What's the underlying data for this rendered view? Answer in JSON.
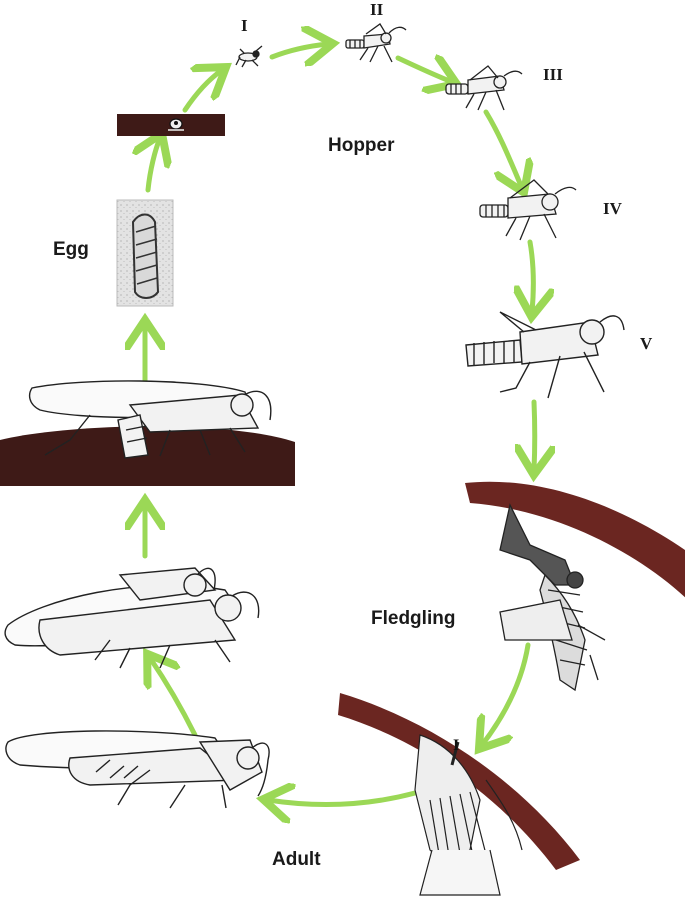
{
  "diagram": {
    "labels": {
      "instar_1": "I",
      "instar_2": "II",
      "instar_3": "III",
      "instar_4": "IV",
      "instar_5": "V",
      "hopper": "Hopper",
      "egg": "Egg",
      "fledgling": "Fledgling",
      "adult": "Adult",
      "moult_mark": "I"
    },
    "colors": {
      "arrow": "#9bd856",
      "soil": "#3e1a17",
      "branch": "#6b2621",
      "outline": "#222222",
      "body_fill": "#f2f2f2"
    }
  }
}
